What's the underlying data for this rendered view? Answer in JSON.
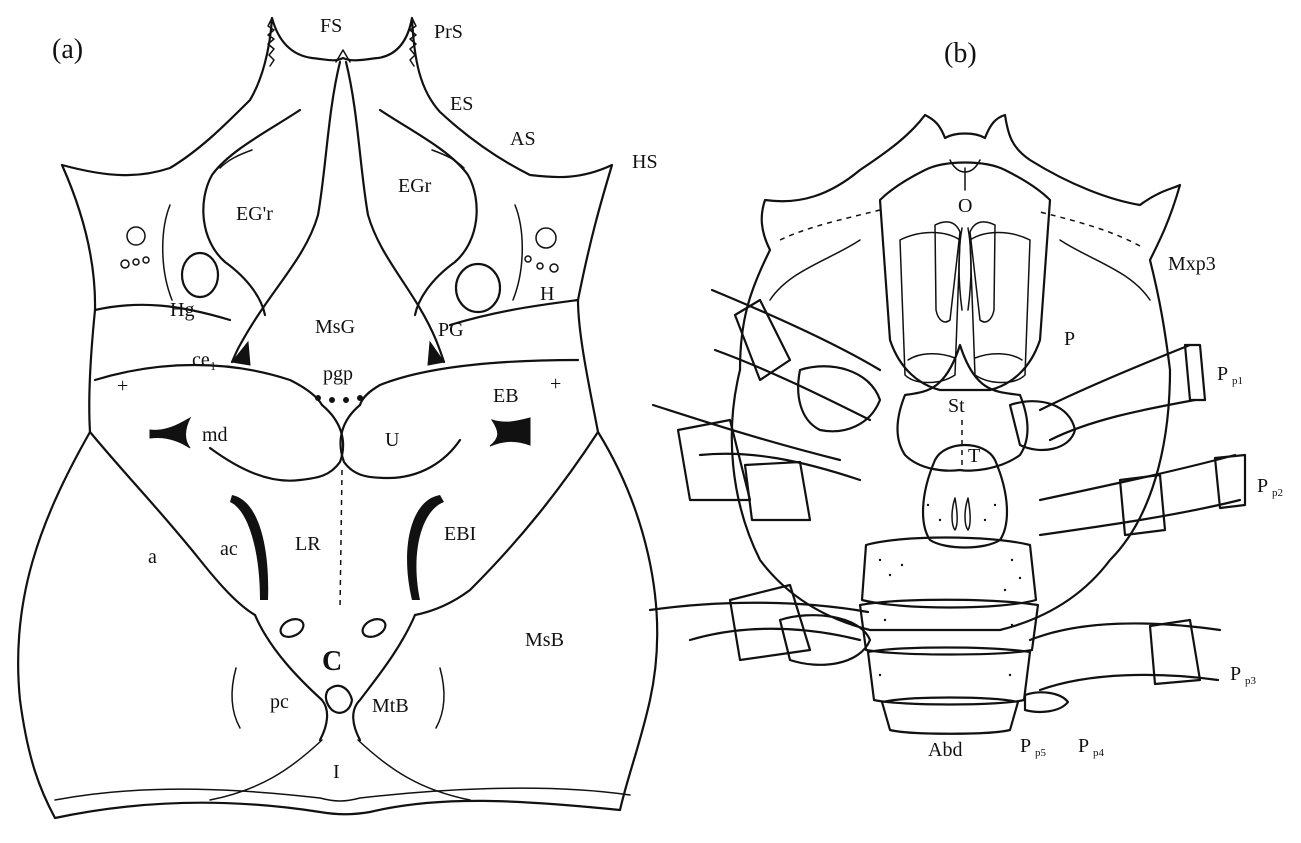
{
  "panels": {
    "a": {
      "tag": "(a)",
      "labels": {
        "FS": "FS",
        "PrS": "PrS",
        "ES": "ES",
        "AS": "AS",
        "HS": "HS",
        "EGr_left": "EG'r",
        "EGr_right": "EGr",
        "MsG": "MsG",
        "Hg": "Hg",
        "H": "H",
        "PG": "PG",
        "ce1": "ce₁",
        "pgp": "pgp",
        "plus_left": "+",
        "plus_right": "+",
        "md": "md",
        "EB": "EB",
        "U": "U",
        "a": "a",
        "ac": "ac",
        "LR": "LR",
        "EBI": "EBI",
        "MsB": "MsB",
        "C": "C",
        "pc": "pc",
        "MtB": "MtB",
        "I": "I"
      }
    },
    "b": {
      "tag": "(b)",
      "labels": {
        "O": "O",
        "Mxp3": "Mxp3",
        "P": "P",
        "St": "St",
        "T": "T",
        "Pp1": "P",
        "Pp1_sub": "p1",
        "Pp2": "P",
        "Pp2_sub": "p2",
        "Pp3": "P",
        "Pp3_sub": "p3",
        "Pp4": "P",
        "Pp4_sub": "p4",
        "Pp5": "P",
        "Pp5_sub": "p5",
        "Abd": "Abd"
      }
    }
  }
}
